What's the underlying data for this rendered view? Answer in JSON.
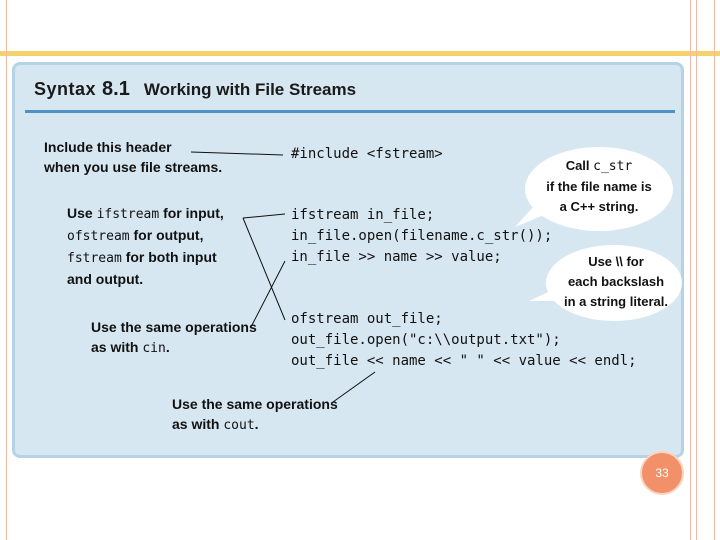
{
  "slide": {
    "page_number": "33"
  },
  "syntax_box": {
    "title_label": "Syntax",
    "title_number": "8.1",
    "title_text": "Working with File Streams"
  },
  "code": {
    "line_include": "#include <fstream>",
    "line_ifstream": "ifstream in_file;",
    "line_open": "in_file.open(filename.c_str());",
    "line_read": "in_file >> name >> value;",
    "line_ofstream": "ofstream out_file;",
    "line_open_out": "out_file.open(\"c:\\\\output.txt\");",
    "line_write": "out_file << name << \" \" << value << endl;"
  },
  "notes": {
    "header_note_1": "Include this header",
    "header_note_2": "when you use file streams.",
    "use_prefix": "Use",
    "use_ifstream": "ifstream",
    "use_for_input": "for input,",
    "use_ofstream": "ofstream",
    "use_for_output": "for output,",
    "use_fstream": "fstream",
    "use_for_both": "for both input",
    "use_and_output": "and output.",
    "same_ops_cin_1": "Use the same operations",
    "same_ops_cin_2": "as with",
    "same_ops_cin_code": "cin",
    "same_ops_cout_1": "Use the same operations",
    "same_ops_cout_2": "as with",
    "same_ops_cout_code": "cout"
  },
  "bubbles": {
    "cstr_line1_prefix": "Call",
    "cstr_line1_code": "c_str",
    "cstr_line2": "if the file name is",
    "cstr_line3": "a C++ string.",
    "backslash_line1": "Use \\\\ for",
    "backslash_line2": "each backslash",
    "backslash_line3": "in a string literal."
  }
}
